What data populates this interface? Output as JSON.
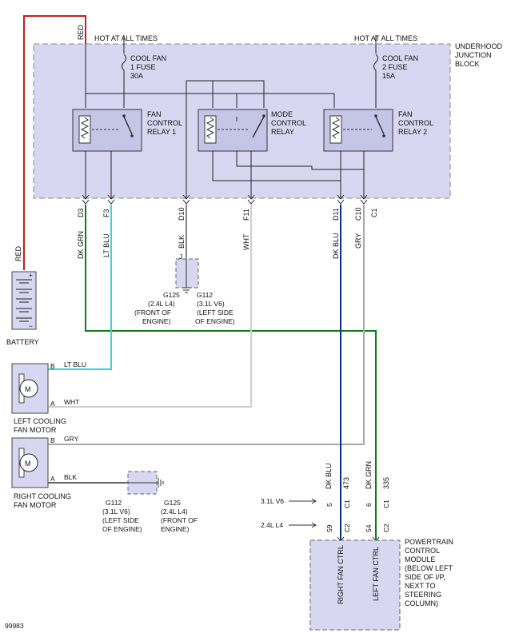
{
  "figure_id": "99983",
  "junction_block": {
    "label": [
      "UNDERHOOD",
      "JUNCTION",
      "BLOCK"
    ],
    "hot_left": "HOT AT ALL TIMES",
    "hot_right": "HOT AT ALL TIMES"
  },
  "fuses": [
    {
      "lines": [
        "COOL FAN",
        "1 FUSE",
        "30A"
      ]
    },
    {
      "lines": [
        "COOL FAN",
        "2 FUSE",
        "15A"
      ]
    }
  ],
  "relays": [
    {
      "lines": [
        "FAN",
        "CONTROL",
        "RELAY 1"
      ]
    },
    {
      "lines": [
        "MODE",
        "CONTROL",
        "RELAY"
      ]
    },
    {
      "lines": [
        "FAN",
        "CONTROL",
        "RELAY 2"
      ]
    }
  ],
  "connector_pins": [
    "D3",
    "F3",
    "D10",
    "F11",
    "D11",
    "C10",
    "C1"
  ],
  "wires": {
    "red_top": "RED",
    "red_battery": "RED",
    "dk_grn": "DK GRN",
    "lt_blu": "LT BLU",
    "blk": "BLK",
    "wht": "WHT",
    "dk_blu": "DK BLU",
    "gry": "GRY"
  },
  "battery": {
    "label": "BATTERY"
  },
  "ground_top": {
    "pin": "J",
    "left": [
      "G125",
      "(2.4L L4)",
      "(FRONT OF",
      "ENGINE)"
    ],
    "right": [
      "G112",
      "(3.1L V6)",
      "(LEFT SIDE",
      "OF ENGINE)"
    ]
  },
  "left_motor": {
    "label": [
      "LEFT COOLING",
      "FAN MOTOR"
    ],
    "pin_b": "B",
    "wire_b": "LT BLU",
    "pin_a": "A",
    "wire_a": "WHT",
    "symbol": "M"
  },
  "right_motor": {
    "label": [
      "RIGHT COOLING",
      "FAN MOTOR"
    ],
    "pin_b": "B",
    "wire_b": "GRY",
    "pin_a": "A",
    "wire_a": "BLK",
    "symbol": "M"
  },
  "ground_bottom": {
    "left": [
      "G112",
      "(3.1L V6)",
      "(LEFT SIDE",
      "OF ENGINE)"
    ],
    "right": [
      "G125",
      "(2.4L L4)",
      "(FRONT OF",
      "ENGINE)"
    ]
  },
  "pcm": {
    "engines": [
      "3.1L V6",
      "2.4L L4"
    ],
    "wire_left": "DK BLU",
    "circuit_left": "473",
    "wire_right": "DK GRN",
    "circuit_right": "335",
    "pins_v6": [
      "5",
      "C1",
      "6",
      "C1"
    ],
    "pins_l4": [
      "59",
      "C2",
      "54",
      "C2"
    ],
    "pin_left": "RIGHT FAN CTRL",
    "pin_right": "LEFT FAN CTRL",
    "label": [
      "POWERTRAIN",
      "CONTROL",
      "MODULE",
      "(BELOW LEFT",
      "SIDE OF I/P,",
      "NEXT TO",
      "STEERING",
      "COLUMN)"
    ]
  },
  "colors": {
    "red": "#d01818",
    "dk_grn": "#0f7a1c",
    "lt_blu": "#33d6e0",
    "blk": "#333333",
    "wht": "#c8c8c8",
    "dk_blu": "#0b2e85",
    "gry": "#a8a8a8",
    "block_fill": "#d7d7f2"
  }
}
